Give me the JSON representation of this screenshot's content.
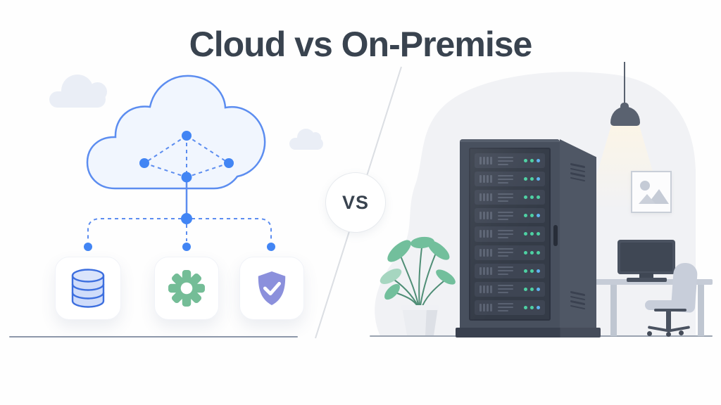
{
  "title": "Cloud vs On-Premise",
  "vs_badge": {
    "label": "VS"
  },
  "cloud_section": {
    "feature_cards": [
      {
        "icon": "database-icon"
      },
      {
        "icon": "gear-icon"
      },
      {
        "icon": "shield-check-icon"
      }
    ]
  },
  "onprem_section": {
    "server_rack": {
      "unit_count": 9,
      "units_leds": [
        [
          "green",
          "green",
          "blue"
        ],
        [
          "green",
          "green",
          "blue"
        ],
        [
          "green",
          "green",
          "green"
        ],
        [
          "green",
          "green",
          "blue"
        ],
        [
          "green",
          "green",
          "green"
        ],
        [
          "green",
          "green",
          "green"
        ],
        [
          "green",
          "green",
          "blue"
        ],
        [
          "green",
          "green",
          "blue"
        ],
        [
          "green",
          "green",
          "blue"
        ]
      ]
    }
  },
  "colors": {
    "title-color": "#39434F",
    "accent-blue": "#4285F4",
    "cloud-stroke": "#5C8DF0",
    "cloud-fill": "#F1F6FE",
    "db-fill": "#CFDCFA",
    "db-fill-light": "#DAE4FB",
    "db-stroke": "#3D6FDF",
    "icon-green": "#74BD97",
    "icon-purple": "#8B90DC",
    "led-green": "#4ED1A3",
    "led-blue": "#5FB3F0",
    "leaf-green": "#72BF9C",
    "leaf-light": "#A6D6C0",
    "stem-green": "#4F8E76",
    "blob-gray": "#F1F2F5",
    "divider-gray": "#DBDEE3"
  }
}
